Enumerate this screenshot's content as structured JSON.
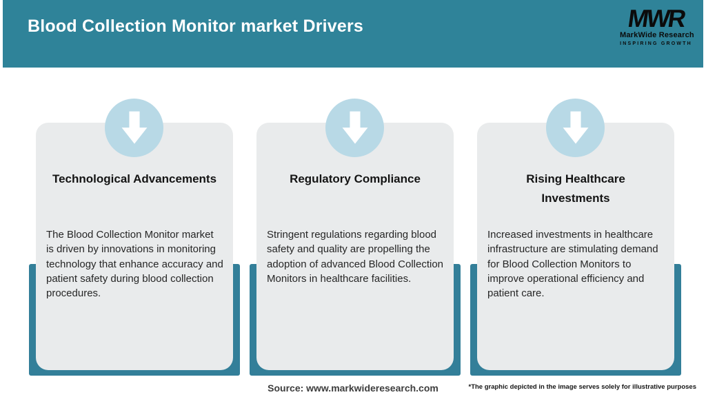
{
  "header": {
    "title": "Blood Collection Monitor market Drivers",
    "logo": {
      "monogram": "MWR",
      "name": "MarkWide Research",
      "tagline": "INSPIRING GROWTH"
    }
  },
  "cards": [
    {
      "icon": "down-arrow-icon",
      "title_lines": [
        "Technological Advancements"
      ],
      "body": "The Blood Collection Monitor market is driven by innovations in monitoring technology that enhance accuracy and patient safety during blood collection procedures."
    },
    {
      "icon": "down-arrow-icon",
      "title_lines": [
        "Regulatory Compliance"
      ],
      "body": "Stringent regulations regarding blood safety and quality are propelling the adoption of advanced Blood Collection Monitors in healthcare facilities."
    },
    {
      "icon": "down-arrow-icon",
      "title_lines": [
        "Rising Healthcare",
        "Investments"
      ],
      "body": "Increased investments in healthcare infrastructure are stimulating demand for Blood Collection Monitors to improve operational efficiency and patient care."
    }
  ],
  "footer": {
    "source": "Source: www.markwideresearch.com",
    "disclaimer": "*The graphic depicted in the image serves solely for illustrative purposes"
  },
  "colors": {
    "header_teal": "#2f8399",
    "band_teal": "#337f99",
    "card_gray": "#e9ebec",
    "circle_blue": "#b8d9e6",
    "title_text": "#ffffff",
    "body_text": "#262626"
  }
}
